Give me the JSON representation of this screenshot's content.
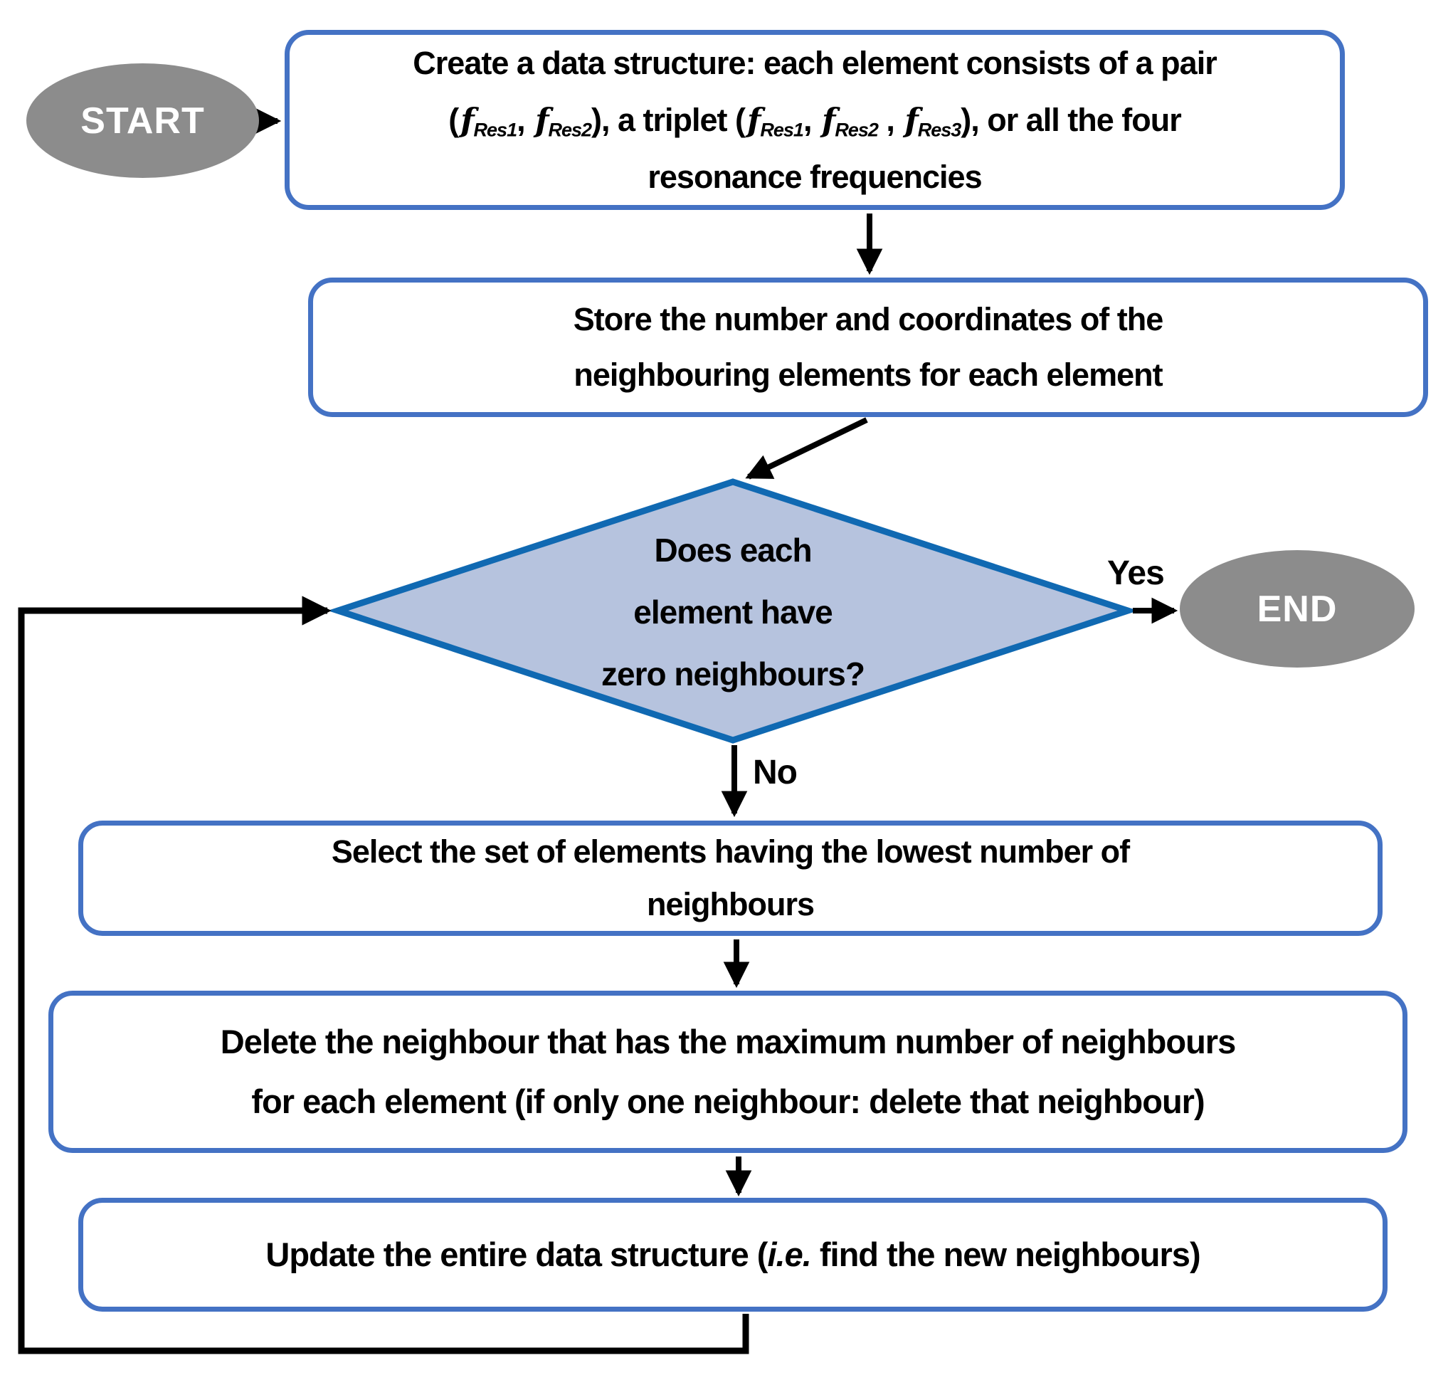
{
  "nodes": {
    "start": {
      "label": "START"
    },
    "create": {
      "line1": "Create a data structure: each element consists of a pair",
      "line2_parts": [
        {
          "t": "(",
          "s": "n"
        },
        {
          "t": "f",
          "s": "f"
        },
        {
          "t": "Res1",
          "s": "sub"
        },
        {
          "t": ", ",
          "s": "n"
        },
        {
          "t": "f",
          "s": "f"
        },
        {
          "t": "Res2",
          "s": "sub"
        },
        {
          "t": "), a triplet (",
          "s": "n"
        },
        {
          "t": "f",
          "s": "f"
        },
        {
          "t": "Res1",
          "s": "sub"
        },
        {
          "t": ", ",
          "s": "n"
        },
        {
          "t": "f",
          "s": "f"
        },
        {
          "t": "Res2",
          "s": "sub"
        },
        {
          "t": " , ",
          "s": "n"
        },
        {
          "t": "f",
          "s": "f"
        },
        {
          "t": "Res3",
          "s": "sub"
        },
        {
          "t": "), or all the four",
          "s": "n"
        }
      ],
      "line3": "resonance frequencies"
    },
    "store": {
      "line1": "Store the number and coordinates of the",
      "line2": "neighbouring elements for each element"
    },
    "decision": {
      "line1": "Does each",
      "line2": "element have",
      "line3": "zero neighbours?"
    },
    "select": {
      "line1": "Select the set of elements having the lowest number of",
      "line2": "neighbours"
    },
    "delete": {
      "line1": "Delete the neighbour that has the maximum number of neighbours",
      "line2": "for each element (if only one neighbour: delete that neighbour)"
    },
    "update": {
      "parts": [
        {
          "t": "Update the entire data structure (",
          "s": "n"
        },
        {
          "t": "i.e.",
          "s": "i"
        },
        {
          "t": " find the new neighbours)",
          "s": "n"
        }
      ]
    },
    "end": {
      "label": "END"
    }
  },
  "edge_labels": {
    "yes": "Yes",
    "no": "No"
  },
  "colors": {
    "box_border": "#4472C4",
    "diamond_border": "#1069B2",
    "diamond_fill": "#B6C3DE",
    "terminator_fill": "#8C8C8C",
    "terminator_text": "#FFFFFF",
    "connector": "#000000",
    "text": "#000000",
    "background": "#FFFFFF"
  }
}
